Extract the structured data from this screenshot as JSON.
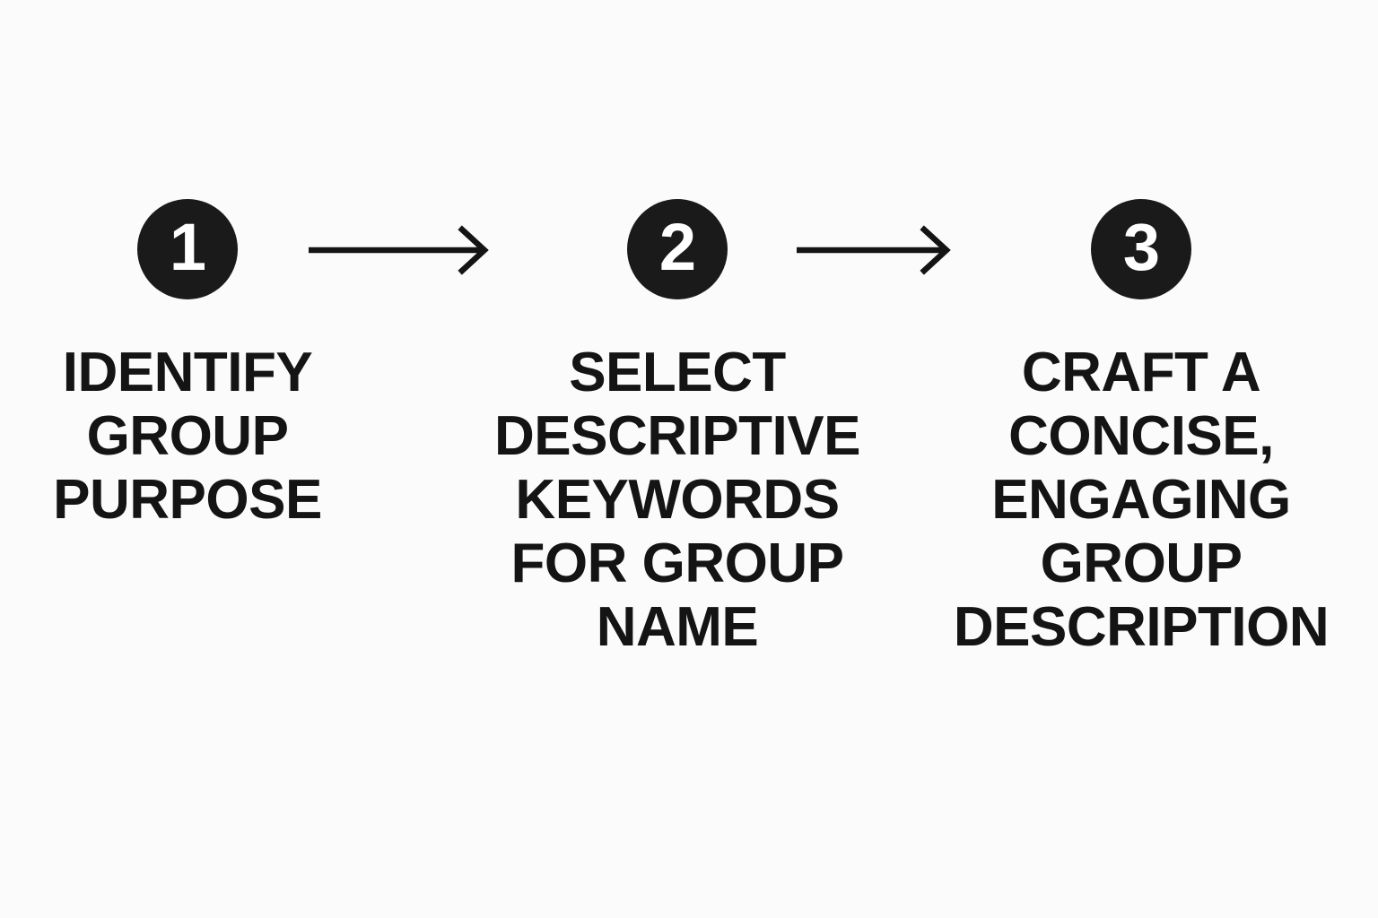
{
  "diagram": {
    "type": "horizontal-process-flow",
    "orientation": "left-to-right",
    "background_color": "#fbfbfb",
    "badge_color": "#1a1a1a",
    "badge_text_color": "#ffffff",
    "text_color": "#141414",
    "step_count": 3,
    "steps": [
      {
        "number": "1",
        "label": "IDENTIFY\nGROUP\nPURPOSE",
        "lines": [
          "IDENTIFY",
          "GROUP",
          "PURPOSE"
        ]
      },
      {
        "number": "2",
        "label": "SELECT\nDESCRIPTIVE\nKEYWORDS\nFOR GROUP\nNAME",
        "lines": [
          "SELECT",
          "DESCRIPTIVE",
          "KEYWORDS",
          "FOR GROUP",
          "NAME"
        ]
      },
      {
        "number": "3",
        "label": "CRAFT A\nCONCISE,\nENGAGING\nGROUP\nDESCRIPTION",
        "lines": [
          "CRAFT A",
          "CONCISE,",
          "ENGAGING",
          "GROUP",
          "DESCRIPTION"
        ]
      }
    ],
    "connectors": [
      {
        "name": "arrow-step1-to-step2",
        "glyph": "→"
      },
      {
        "name": "arrow-step2-to-step3",
        "glyph": "→"
      }
    ]
  }
}
